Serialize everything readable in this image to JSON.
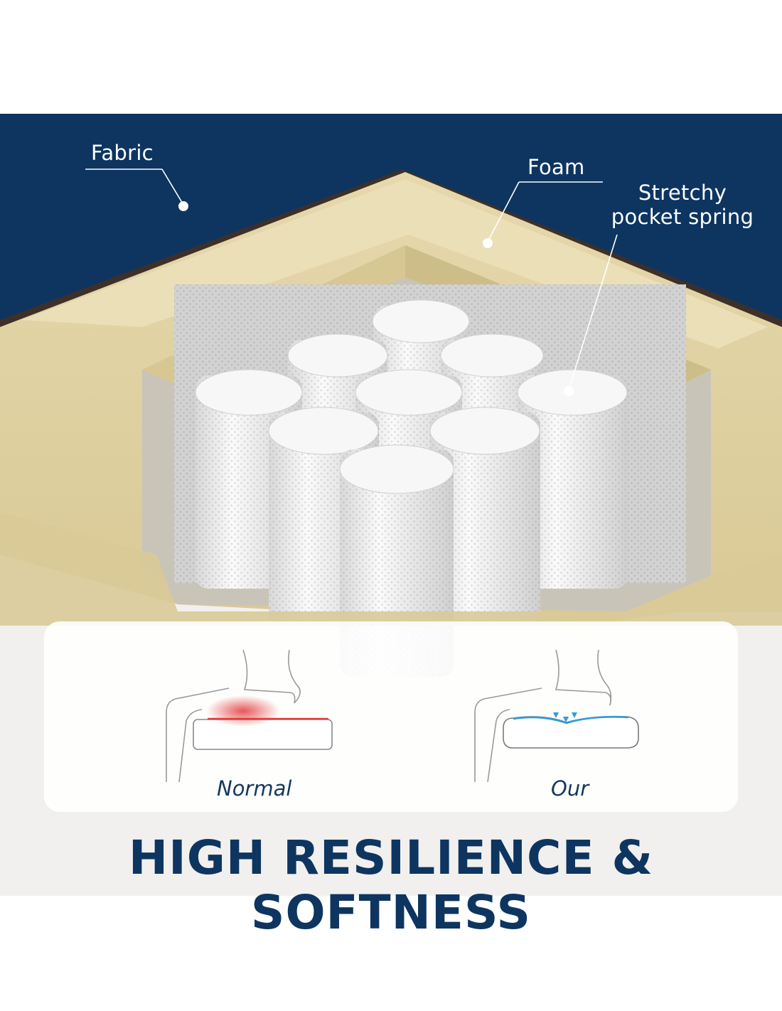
{
  "labels": {
    "fabric": "Fabric",
    "foam": "Foam",
    "spring_line1": "Stretchy",
    "spring_line2": "pocket spring"
  },
  "comparison": {
    "normal": "Normal",
    "ours": "Our"
  },
  "headline": "HIGH RESILIENCE & SOFTNESS",
  "colors": {
    "fabric_navy": "#0d3560",
    "foam": "#e3d5a6",
    "spring_white": "#f4f4f4",
    "pressure_red": "#e23a3a",
    "support_blue": "#2f9be0"
  }
}
